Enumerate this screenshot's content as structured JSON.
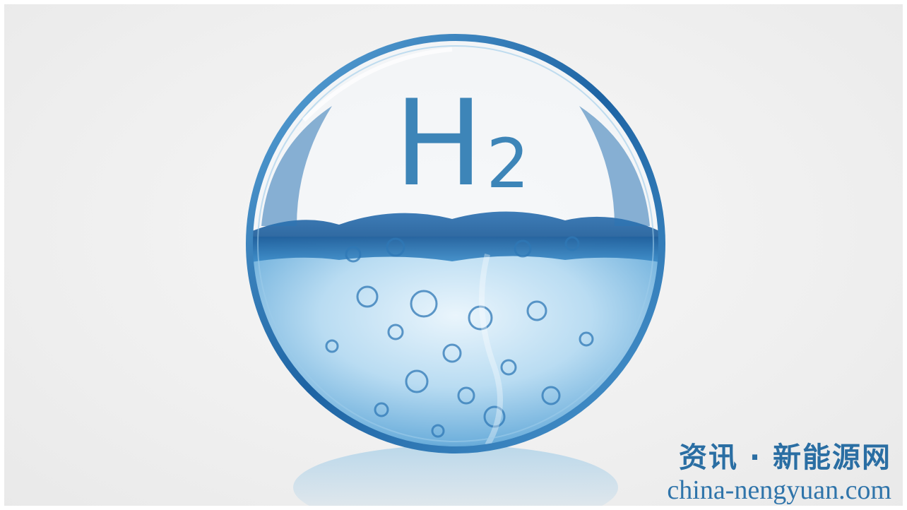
{
  "image": {
    "background_color": "#f1f1f1",
    "accent_color": "#3d85b8",
    "water_color_dark": "#1a5f9e",
    "water_color_light": "#8fc4e6",
    "subject": "water-sphere-icon"
  },
  "formula": {
    "element": "H",
    "subscript": "2"
  },
  "watermark": {
    "cn_text": "资讯 · 新能源网",
    "url_text": "china-nengyuan.com",
    "color": "#2a6ea3"
  }
}
